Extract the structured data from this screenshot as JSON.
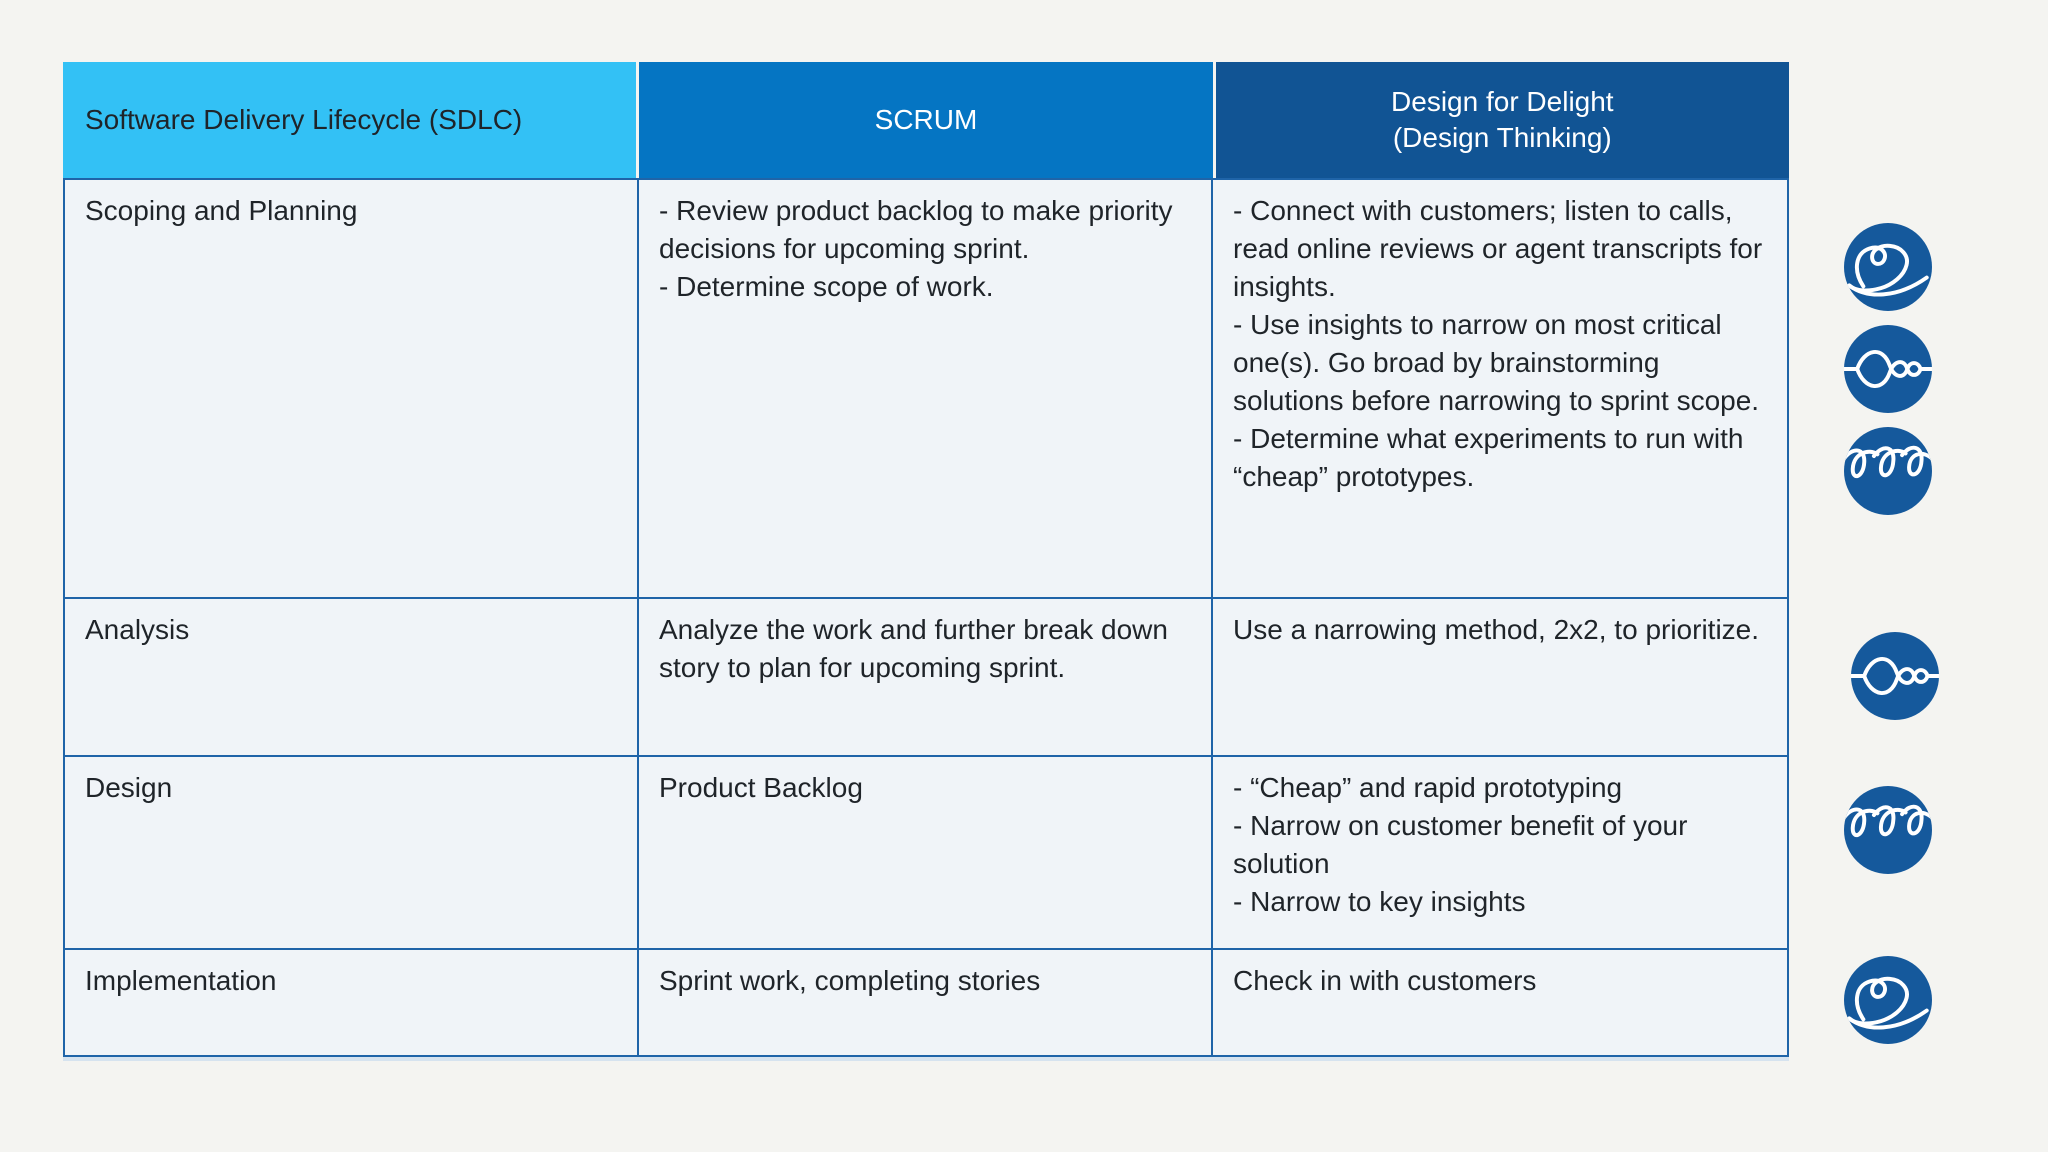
{
  "page": {
    "background_color": "#f4f4f1",
    "type": "comparison-table-slide"
  },
  "colors": {
    "header_sdlc_bg": "#33c1f5",
    "header_scrum_bg": "#0575c3",
    "header_d4d_bg": "#115494",
    "header_dark_text": "#1f2429",
    "header_light_text": "#ffffff",
    "cell_bg": "#f0f4f8",
    "grid_border": "#1f64a8",
    "icon_circle": "#15599c",
    "body_text": "#1f2429"
  },
  "table": {
    "headers": [
      {
        "label": "Software Delivery Lifecycle (SDLC)"
      },
      {
        "label": "SCRUM"
      },
      {
        "label": "Design for Delight\n(Design Thinking)"
      }
    ],
    "rows": [
      {
        "phase": "Scoping and Planning",
        "scrum": "- Review product backlog to make priority decisions for upcoming sprint.\n- Determine scope of work.",
        "d4d": "- Connect with customers; listen to calls, read online reviews or agent transcripts for insights.\n- Use insights to narrow on most critical one(s). Go broad by brainstorming solutions before narrowing to sprint scope.\n- Determine what experiments to run with “cheap” prototypes.",
        "d4d_icons": [
          "deep-customer-empathy",
          "go-broad-to-go-narrow",
          "rapid-experiments-with-customers"
        ]
      },
      {
        "phase": "Analysis",
        "scrum": "Analyze the work and further break down story to plan for upcoming sprint.",
        "d4d": "Use a narrowing method, 2x2, to prioritize.",
        "d4d_icons": [
          "go-broad-to-go-narrow"
        ]
      },
      {
        "phase": "Design",
        "scrum": "Product Backlog",
        "d4d": "- “Cheap” and rapid prototyping\n- Narrow on customer benefit of your solution\n- Narrow to key insights",
        "d4d_icons": [
          "rapid-experiments-with-customers"
        ]
      },
      {
        "phase": "Implementation",
        "scrum": "Sprint work, completing stories",
        "d4d": "Check in with customers",
        "d4d_icons": [
          "deep-customer-empathy"
        ]
      }
    ]
  }
}
